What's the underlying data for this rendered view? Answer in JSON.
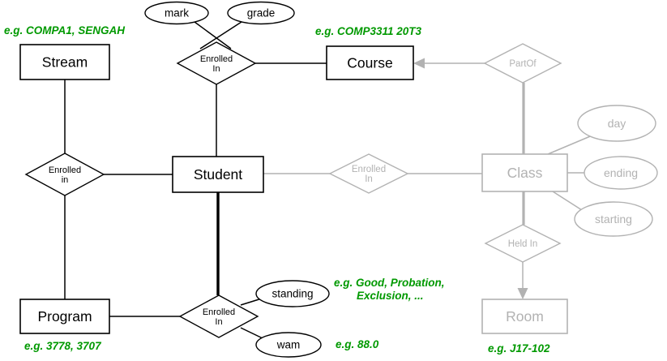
{
  "entities": {
    "stream": "Stream",
    "course": "Course",
    "student": "Student",
    "program": "Program",
    "class": "Class",
    "room": "Room"
  },
  "relationships": {
    "enrolled_in_course_line1": "Enrolled",
    "enrolled_in_course_line2": "In",
    "enrolled_in_stream_line1": "Enrolled",
    "enrolled_in_stream_line2": "in",
    "enrolled_in_class_line1": "Enrolled",
    "enrolled_in_class_line2": "In",
    "enrolled_in_program_line1": "Enrolled",
    "enrolled_in_program_line2": "In",
    "partof": "PartOf",
    "heldin": "Held In"
  },
  "attributes": {
    "mark": "mark",
    "grade": "grade",
    "day": "day",
    "ending": "ending",
    "starting": "starting",
    "standing": "standing",
    "wam": "wam"
  },
  "examples": {
    "stream": "e.g. COMPA1, SENGAH",
    "course": "e.g. COMP3311 20T3",
    "standing_line1": "e.g. Good, Probation,",
    "standing_line2": "Exclusion, ...",
    "wam": "e.g. 88.0",
    "program": "e.g. 3778, 3707",
    "room": "e.g. J17-102"
  },
  "colors": {
    "active": "#000000",
    "inactive": "#b2b2b2",
    "annotation": "#009900"
  }
}
